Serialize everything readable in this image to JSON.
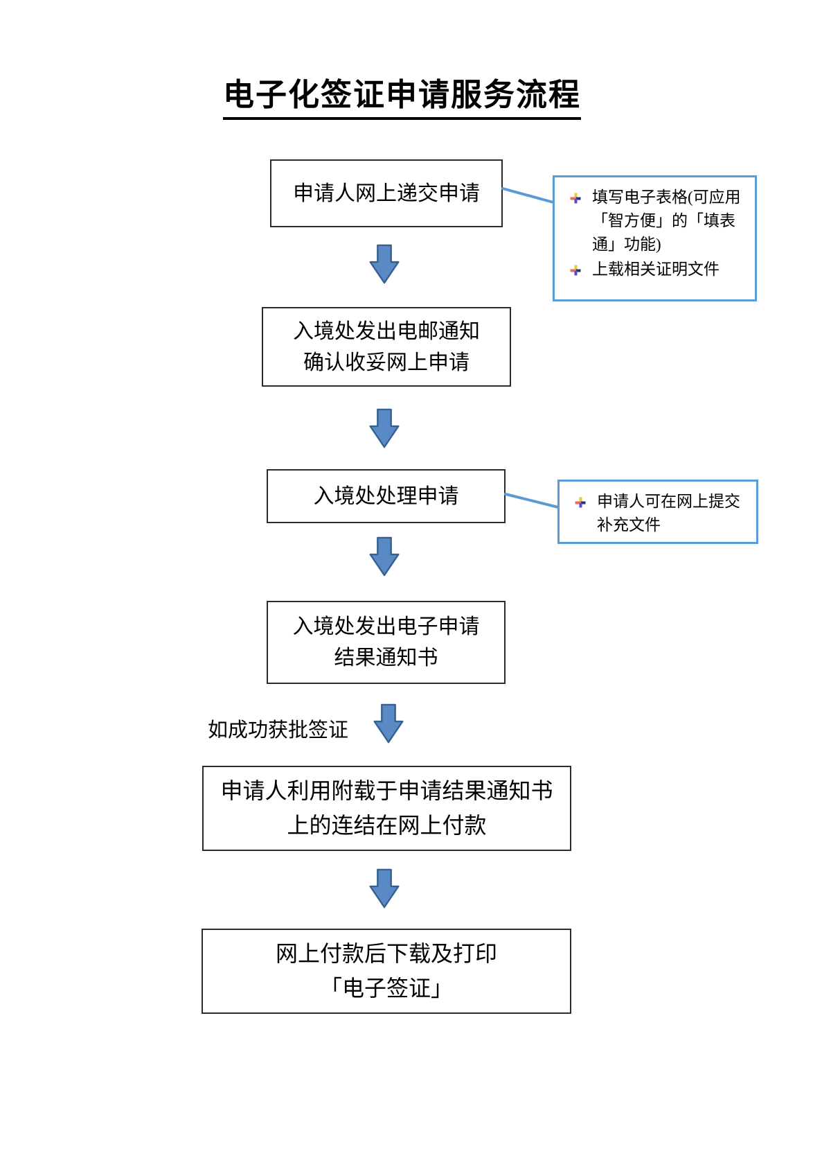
{
  "page": {
    "title": "电子化签证申请服务流程"
  },
  "flow": {
    "steps": [
      {
        "id": "submit-online",
        "lines": [
          "申请人网上递交申请"
        ]
      },
      {
        "id": "email-confirmation",
        "lines": [
          "入境处发出电邮通知",
          "确认收妥网上申请"
        ]
      },
      {
        "id": "processing",
        "lines": [
          "入境处处理申请"
        ]
      },
      {
        "id": "result-notification",
        "lines": [
          "入境处发出电子申请",
          "结果通知书"
        ]
      },
      {
        "id": "online-payment",
        "lines": [
          "申请人利用附载于申请结果通知书",
          "上的连结在网上付款"
        ]
      },
      {
        "id": "download-evisa",
        "lines": [
          "网上付款后下载及打印",
          "「电子签证」"
        ]
      }
    ],
    "branch_label": "如成功获批签证"
  },
  "annotations": [
    {
      "attached_to": "submit-online",
      "items": [
        "填写电子表格(可应用「智方便」的「填表通」功能)",
        "上载相关证明文件"
      ]
    },
    {
      "attached_to": "processing",
      "items": [
        "申请人可在网上提交补充文件"
      ]
    }
  ],
  "colors": {
    "arrow_fill": "#5A8AC6",
    "arrow_border": "#35618F",
    "callout_border": "#5B9BD5",
    "connector": "#5B9BD5",
    "box_border": "#2B2B2B"
  }
}
